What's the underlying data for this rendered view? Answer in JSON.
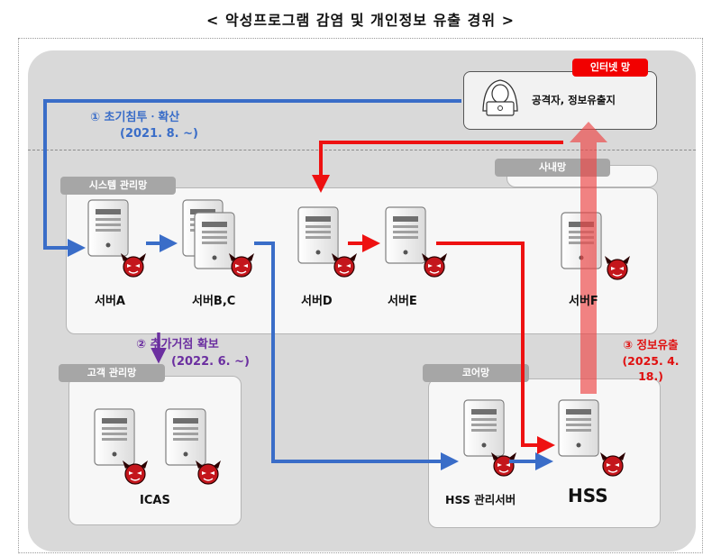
{
  "title": "< 악성프로그램 감염 및 개인정보 유출 경위 >",
  "zones": {
    "internet": "인터넷 망",
    "internal": "사내망",
    "system_mgmt": "시스템 관리망",
    "customer_mgmt": "고객 관리망",
    "core": "코어망"
  },
  "attacker_label": "공격자, 정보유출지",
  "servers": {
    "a": "서버A",
    "bc": "서버B,C",
    "d": "서버D",
    "e": "서버E",
    "f": "서버F",
    "icas": "ICAS",
    "hss_mgmt": "HSS 관리서버",
    "hss": "HSS"
  },
  "notes": {
    "step1_title": "① 초기침투ㆍ확산",
    "step1_date": "(2021. 8. ~)",
    "step2_title": "② 추가거점 확보",
    "step2_date": "(2022. 6. ~)",
    "step3_title": "③ 정보유출",
    "step3_date_line1": "(2025. 4.",
    "step3_date_line2": "18.)"
  },
  "colors": {
    "blue": "#3a6dc8",
    "red": "#ee1111",
    "purple": "#6b2fa0",
    "pink": "#f08080",
    "zone_gray": "#a6a6a6"
  }
}
